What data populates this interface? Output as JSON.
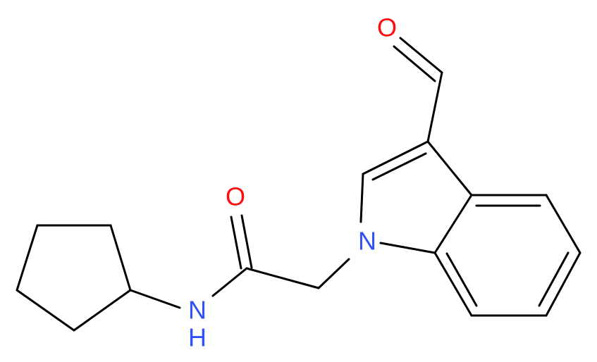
{
  "atoms": {
    "aldehyde_oxygen": {
      "symbol": "O"
    },
    "amide_oxygen": {
      "symbol": "O"
    },
    "indole_nitrogen": {
      "symbol": "N"
    },
    "amide_nitrogen": {
      "symbol": "N",
      "hydrogen": "H"
    }
  },
  "colors": {
    "bond": "#000000",
    "oxygen": "#ff0d0d",
    "nitrogen": "#3050f8",
    "background": "#ffffff"
  }
}
